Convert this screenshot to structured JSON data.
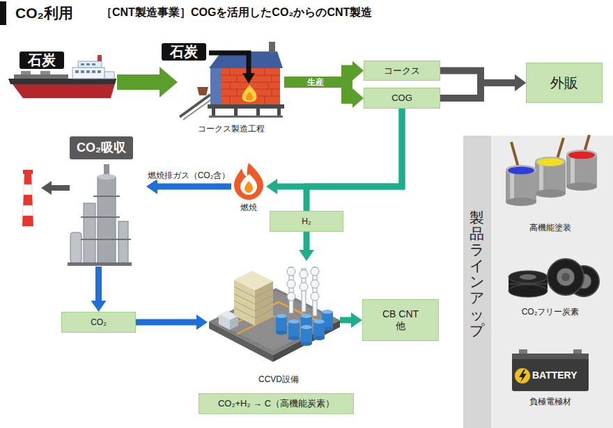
{
  "diagram": {
    "title": "CO₂利用",
    "nodes": [
      {
        "text": [
          "石炭"
        ]
      },
      {
        "text": [
          "石炭",
          "コークス製造工程"
        ]
      },
      {
        "text": [
          "コークス"
        ]
      },
      {
        "text": [
          "COG"
        ]
      },
      {
        "text": [
          "外販"
        ]
      },
      {
        "text": [
          "CO₂吸収"
        ]
      },
      {
        "text": [
          "燃焼"
        ]
      },
      {
        "text": [
          "H₂"
        ]
      },
      {
        "text": [
          "CO₂"
        ]
      },
      {
        "text": [
          "CCVD設備"
        ]
      },
      {
        "text": [
          "CB CNT他"
        ]
      },
      {
        "text": [
          "CO₂+H₂ → C（高機能炭素）"
        ]
      },
      {
        "text": [
          "製品ラインアップ"
        ]
      }
    ],
    "edges": [
      {
        "from": 0,
        "to": 1,
        "arrow": "to"
      },
      {
        "from": 1,
        "to": 2,
        "arrow": "to",
        "label": "生産"
      },
      {
        "from": 1,
        "to": 3,
        "arrow": "to"
      },
      {
        "from": 2,
        "to": 4,
        "arrow": "to"
      },
      {
        "from": 3,
        "to": 4,
        "arrow": "to"
      },
      {
        "from": 3,
        "to": 6,
        "arrow": "to"
      },
      {
        "from": 3,
        "to": 7,
        "arrow": "none"
      },
      {
        "from": 6,
        "to": 5,
        "arrow": "to",
        "label": "燃焼排ガス（CO₂含）"
      },
      {
        "from": 5,
        "to": 8,
        "arrow": "to"
      },
      {
        "from": 8,
        "to": 9,
        "arrow": "to"
      },
      {
        "from": 7,
        "to": 9,
        "arrow": "to"
      },
      {
        "from": 9,
        "to": 10,
        "arrow": "to"
      }
    ],
    "labels": [
      "［CNT製造事業］COGを活用したCO₂からのCNT製造",
      "高機能塗装",
      "CO₂フリー炭素",
      "BATTERY",
      "負極電極材"
    ]
  }
}
